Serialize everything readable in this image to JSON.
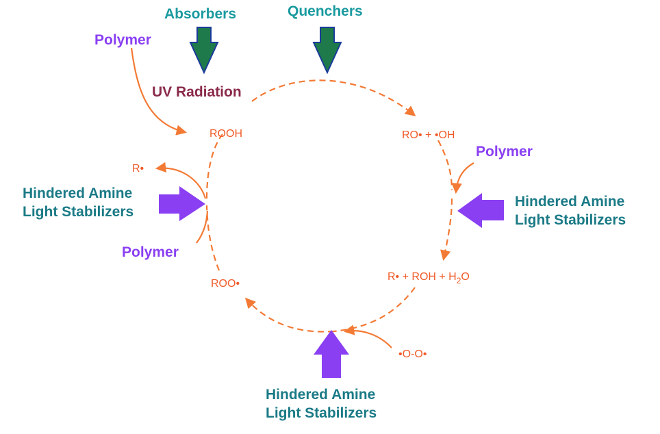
{
  "labels": {
    "absorbers": "Absorbers",
    "quenchers": "Quenchers",
    "polymer_top_left": "Polymer",
    "uv_radiation": "UV Radiation",
    "rooh": "ROOH",
    "ro_oh": "RO• + •OH",
    "polymer_right": "Polymer",
    "r_dot": "R•",
    "hals_left_line1": "Hindered Amine",
    "hals_left_line2": "Light Stabilizers",
    "hals_right_line1": "Hindered Amine",
    "hals_right_line2": "Light Stabilizers",
    "polymer_bottom_left": "Polymer",
    "roo": "ROO•",
    "products": "R• + ROH + H",
    "products_sub": "2",
    "products_tail": "O",
    "oxygen": "•O-O•",
    "hals_bottom_line1": "Hindered Amine",
    "hals_bottom_line2": "Light Stabilizers"
  },
  "colors": {
    "teal_text": "#1a9aa0",
    "purple_text": "#8a3ff2",
    "maroon_text": "#8a2a4a",
    "green_arrow": "#1e7a4a",
    "blue_arrow_outline": "#1a3a9a",
    "purple_arrow": "#8a3ff2",
    "orange_cycle": "#f37a35",
    "orange_chem": "#f05a28"
  }
}
